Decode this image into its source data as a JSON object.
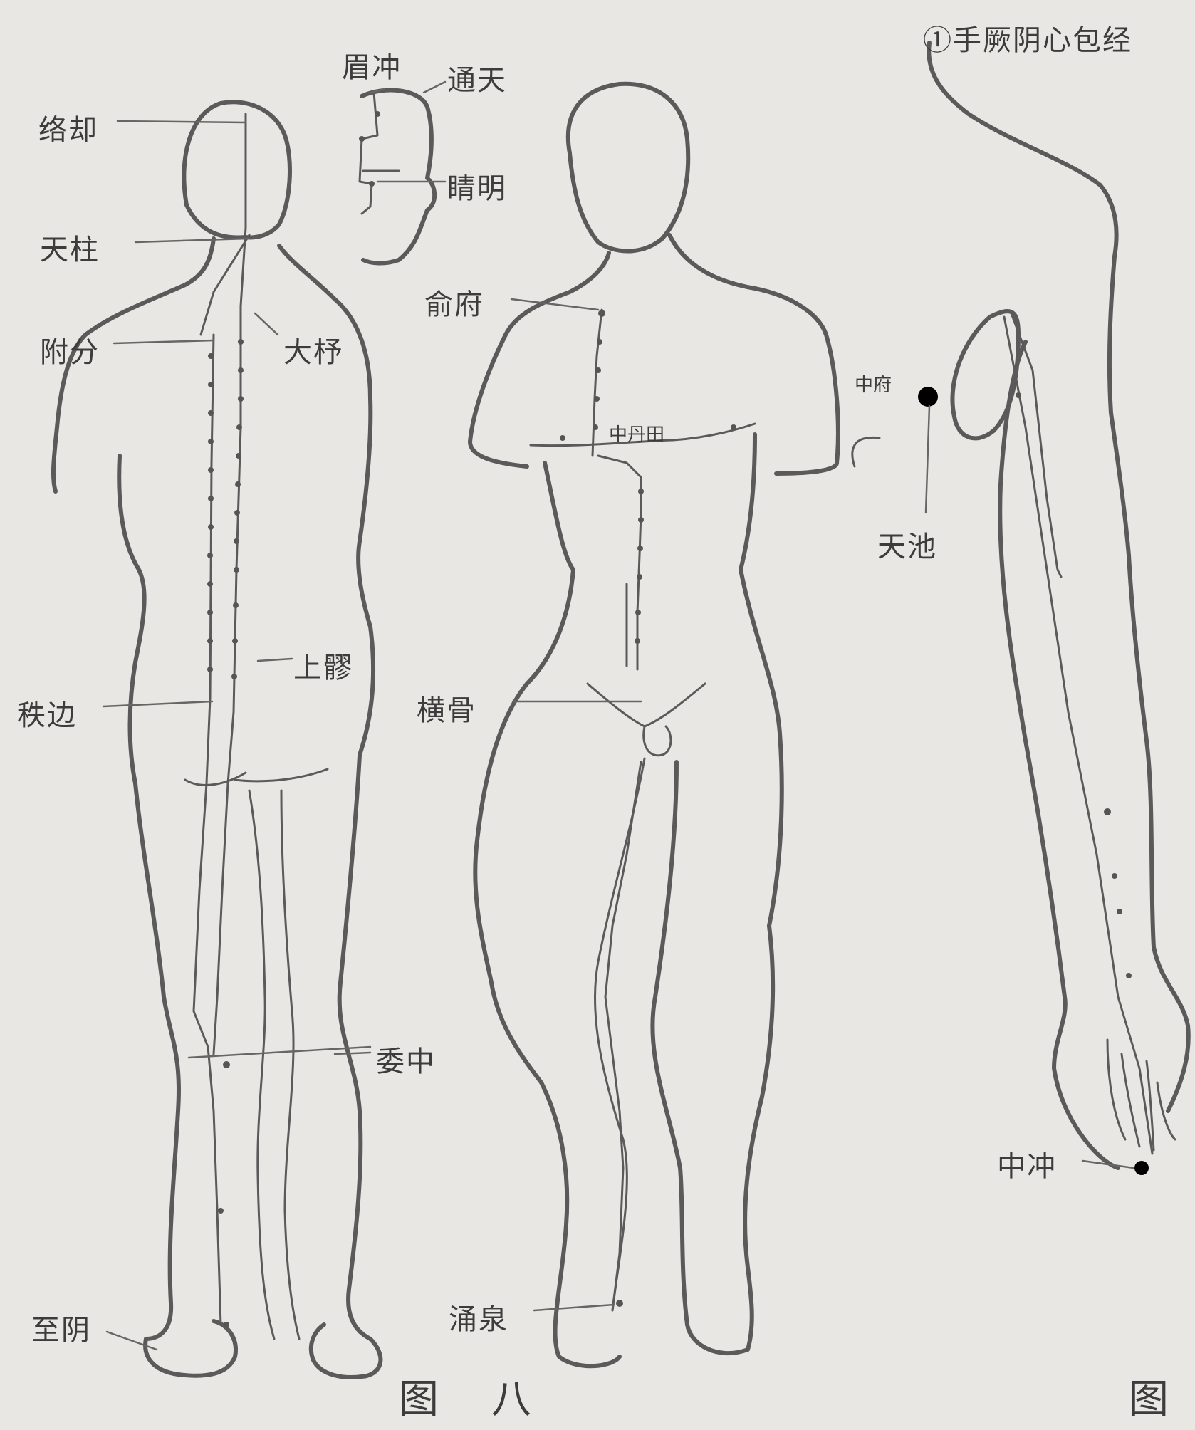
{
  "labels": {
    "luoque": "络却",
    "meichong": "眉冲",
    "tongtian": "通天",
    "jingming": "睛明",
    "tianzhu": "天柱",
    "fufen": "附分",
    "dazhu": "大杼",
    "shangliao": "上髎",
    "zhibian": "秩边",
    "weizhong": "委中",
    "zhiyin": "至阴",
    "shufu": "俞府",
    "zhongdan": "中丹田",
    "zhongfu": "中府",
    "hengu": "横骨",
    "yongquan": "涌泉",
    "tianchi": "天池",
    "zhongchong": "中冲"
  },
  "captions": {
    "meridian_title": "①手厥阴心包经",
    "figure_left_1": "图",
    "figure_left_2": "八",
    "figure_right": "图"
  }
}
